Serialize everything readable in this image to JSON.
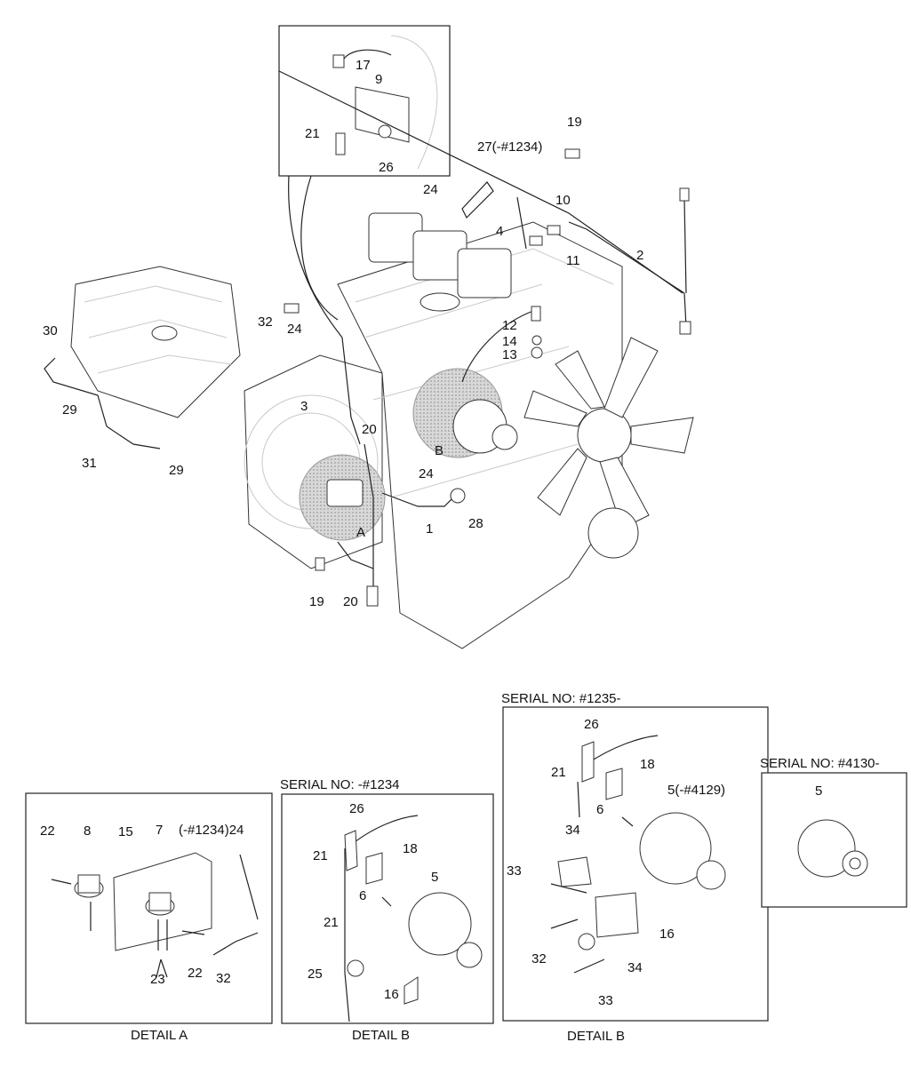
{
  "main_labels": {
    "l17": "17",
    "l9": "9",
    "l21": "21",
    "l26": "26",
    "l27": "27(-#1234)",
    "l19a": "19",
    "l24a": "24",
    "l10": "10",
    "l4": "4",
    "l11": "11",
    "l2": "2",
    "l32": "32",
    "l24b": "24",
    "l30": "30",
    "l3": "3",
    "l12": "12",
    "l14": "14",
    "l13": "13",
    "l29a": "29",
    "l20a": "20",
    "l31": "31",
    "l29b": "29",
    "lB": "B",
    "l24c": "24",
    "lA": "A",
    "l28": "28",
    "l1": "1",
    "l19b": "19",
    "l20b": "20"
  },
  "detail_a": {
    "caption": "DETAIL A",
    "labels": {
      "l22a": "22",
      "l8": "8",
      "l15": "15",
      "l7": "7",
      "l24": "(-#1234)24",
      "l23": "23",
      "l22b": "22",
      "l32": "32"
    }
  },
  "detail_b1": {
    "serial": "SERIAL NO: -#1234",
    "caption": "DETAIL B",
    "labels": {
      "l26": "26",
      "l21a": "21",
      "l18": "18",
      "l6": "6",
      "l5": "5",
      "l21b": "21",
      "l25": "25",
      "l16": "16"
    }
  },
  "detail_b2": {
    "serial": "SERIAL NO: #1235-",
    "caption": "DETAIL B",
    "labels": {
      "l26": "26",
      "l21": "21",
      "l18": "18",
      "l5": "5(-#4129)",
      "l6": "6",
      "l34a": "34",
      "l33a": "33",
      "l16": "16",
      "l32": "32",
      "l34b": "34",
      "l33b": "33"
    }
  },
  "detail_c": {
    "serial": "SERIAL NO: #4130-",
    "labels": {
      "l5": "5"
    }
  }
}
